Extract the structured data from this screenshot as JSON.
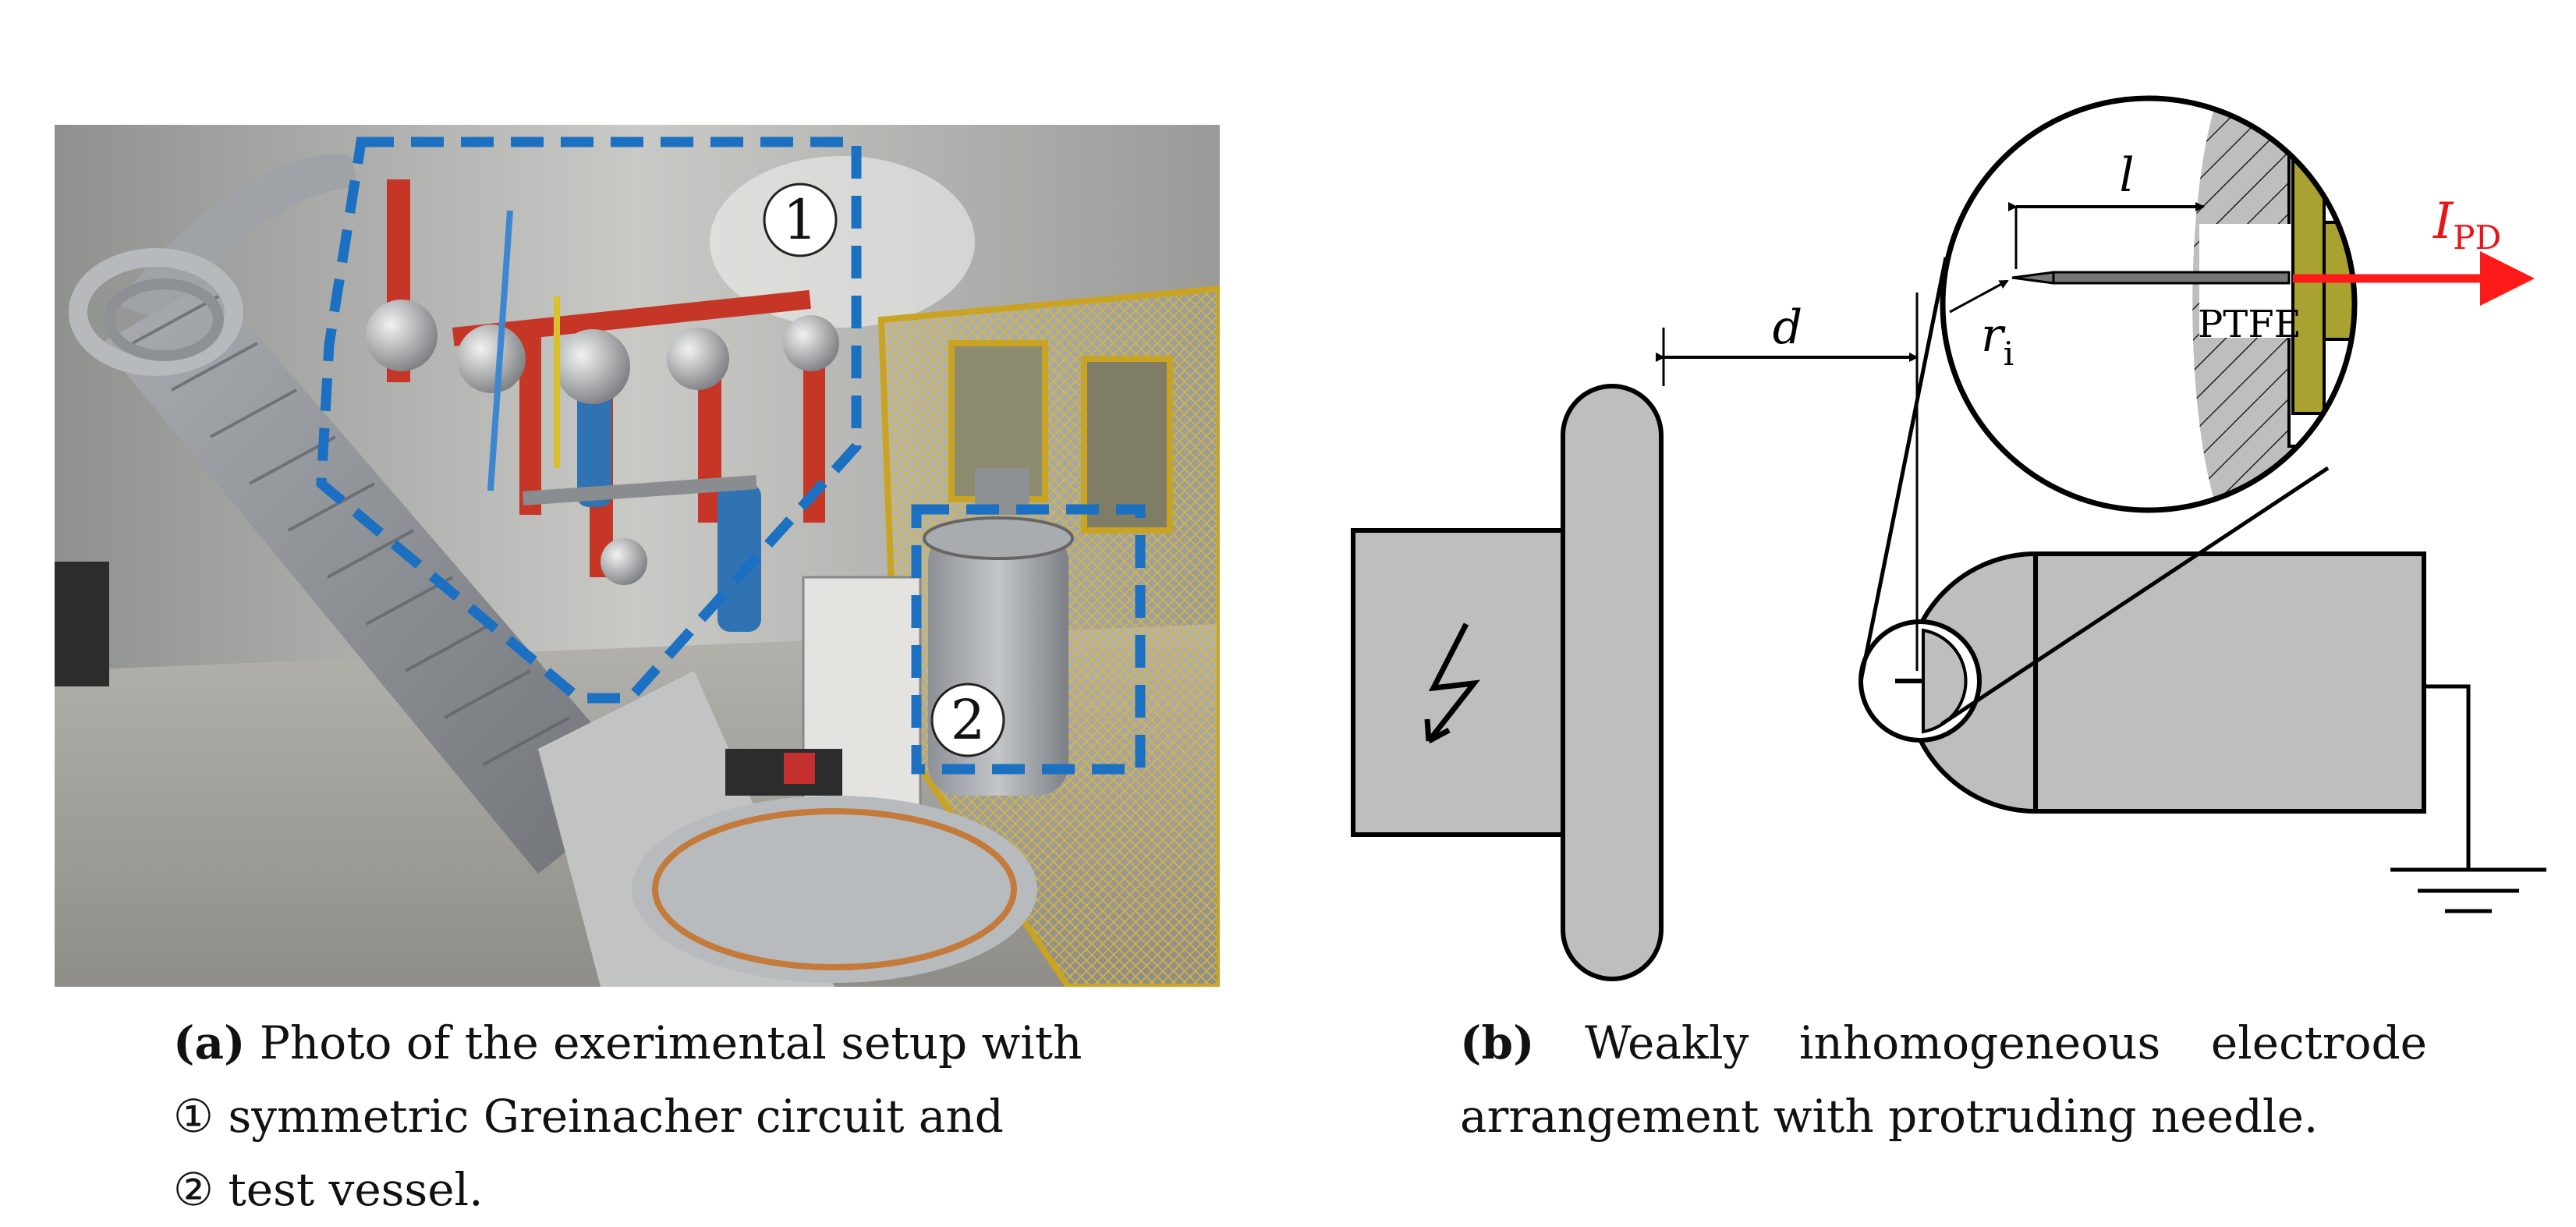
{
  "figure": {
    "panel_a": {
      "markers": {
        "m1": "1",
        "m2": "2"
      },
      "colors": {
        "wall": "#b8b8b5",
        "floor": "#b1afaa",
        "red_column": "#c53626",
        "blue_cap": "#2f73b3",
        "dashed_box": "#1b70c2",
        "yellow_cage": "#d4b22e",
        "duct": "#8e9297"
      }
    },
    "panel_b": {
      "labels": {
        "l": "l",
        "d": "d",
        "r": "r",
        "r_sub": "i",
        "ptfe": "PTFE",
        "ipd": "I",
        "ipd_sub": "PD"
      },
      "colors": {
        "electrode": "#bebebe",
        "insulator": "#a9a230",
        "current_arrow": "#ff1a1a",
        "line": "#000000"
      }
    }
  },
  "captions": {
    "a": {
      "label": "(a)",
      "line1": "Photo of the exerimental setup with",
      "marker1": "①",
      "line2": "symmetric Greinacher circuit and",
      "marker2": "②",
      "line3": "test vessel."
    },
    "b": {
      "label": "(b)",
      "line1": "Weakly inhomogeneous electrode",
      "line2": "arrangement with protruding needle."
    }
  }
}
